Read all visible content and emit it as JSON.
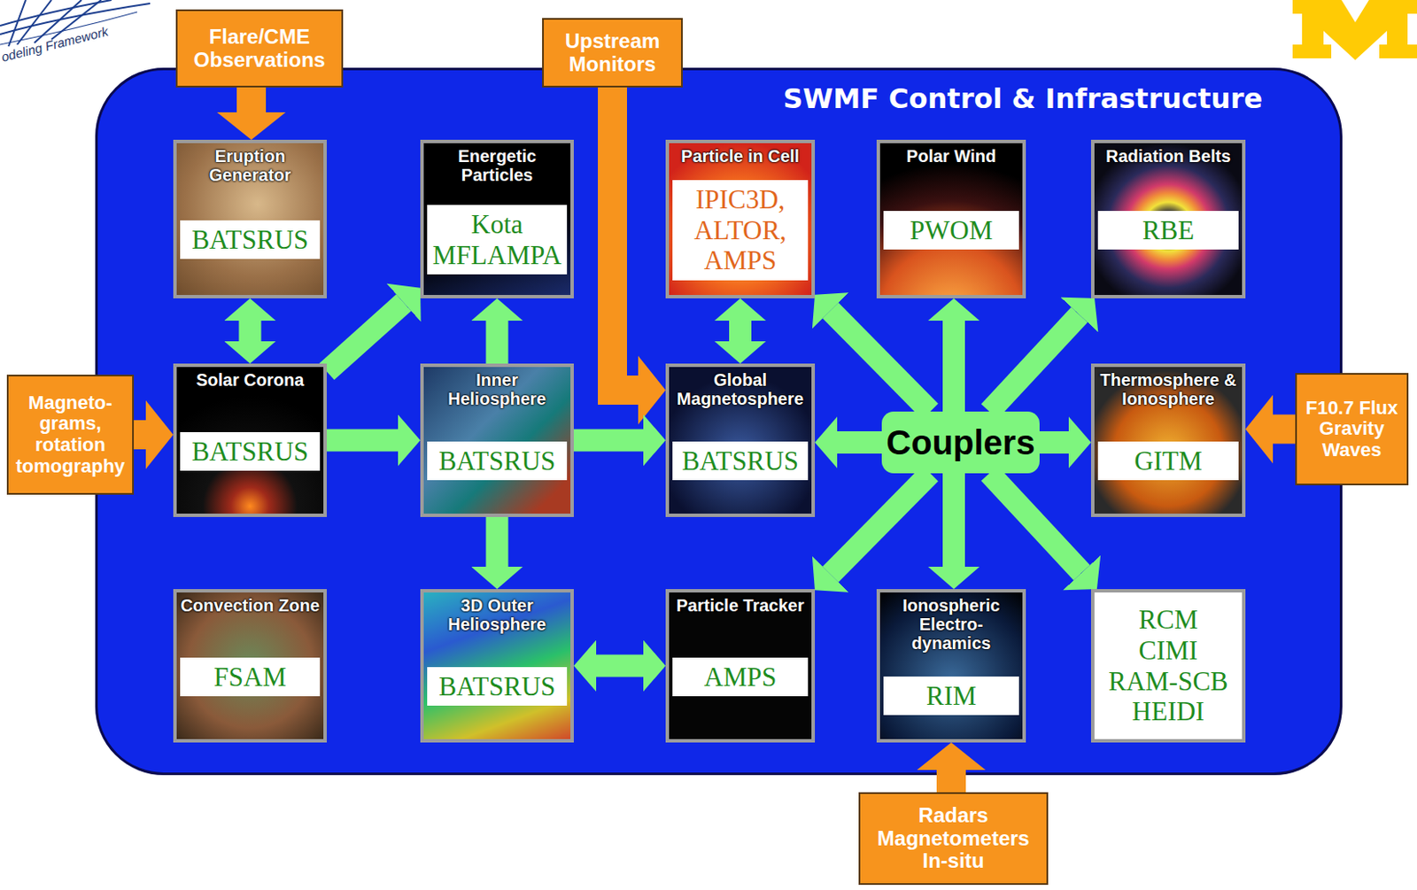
{
  "diagram": {
    "nodes": [
      {
        "text": [
          "Flare/CME Observations"
        ]
      },
      {
        "text": [
          "Upstream Monitors"
        ]
      },
      {
        "text": [
          "SWMF Control & Infrastructure"
        ]
      },
      {
        "text": [
          "Eruption Generator",
          "BATSRUS"
        ],
        "in": 2
      },
      {
        "text": [
          "Energetic Particles",
          "Kota MFLAMPA"
        ],
        "in": 2
      },
      {
        "text": [
          "Particle in Cell",
          "IPIC3D, ALTOR, AMPS"
        ],
        "in": 2
      },
      {
        "text": [
          "Polar Wind",
          "PWOM"
        ],
        "in": 2
      },
      {
        "text": [
          "Radiation Belts",
          "RBE"
        ],
        "in": 2
      },
      {
        "text": [
          "Magneto-grams, rotation tomography"
        ]
      },
      {
        "text": [
          "Solar Corona",
          "BATSRUS"
        ],
        "in": 2
      },
      {
        "text": [
          "Inner Heliosphere",
          "BATSRUS"
        ],
        "in": 2
      },
      {
        "text": [
          "Global Magnetosphere",
          "BATSRUS"
        ],
        "in": 2
      },
      {
        "text": [
          "Couplers"
        ],
        "in": 2
      },
      {
        "text": [
          "Thermosphere & Ionosphere",
          "GITM"
        ],
        "in": 2
      },
      {
        "text": [
          "F10.7 Flux Gravity Waves"
        ]
      },
      {
        "text": [
          "Convection Zone",
          "FSAM"
        ],
        "in": 2
      },
      {
        "text": [
          "3D Outer Heliosphere",
          "BATSRUS"
        ],
        "in": 2
      },
      {
        "text": [
          "Particle Tracker",
          "AMPS"
        ],
        "in": 2
      },
      {
        "text": [
          "Ionospheric Electro-dynamics",
          "RIM"
        ],
        "in": 2
      },
      {
        "text": [
          "RCM CIMI RAM-SCB HEIDI"
        ],
        "in": 2
      },
      {
        "text": [
          "Radars Magnetometers In-situ"
        ]
      }
    ],
    "edges": [
      {
        "from": 0,
        "to": 3,
        "arrow": "to"
      },
      {
        "from": 1,
        "to": 11,
        "arrow": "to"
      },
      {
        "from": 3,
        "to": 9,
        "arrow": "both"
      },
      {
        "from": 9,
        "to": 4,
        "arrow": "to"
      },
      {
        "from": 9,
        "to": 10,
        "arrow": "to"
      },
      {
        "from": 10,
        "to": 4,
        "arrow": "to"
      },
      {
        "from": 10,
        "to": 11,
        "arrow": "to"
      },
      {
        "from": 10,
        "to": 16,
        "arrow": "to"
      },
      {
        "from": 5,
        "to": 11,
        "arrow": "both"
      },
      {
        "from": 8,
        "to": 9,
        "arrow": "to"
      },
      {
        "from": 14,
        "to": 13,
        "arrow": "to"
      },
      {
        "from": 16,
        "to": 17,
        "arrow": "both"
      },
      {
        "from": 12,
        "to": 6,
        "arrow": "to"
      },
      {
        "from": 12,
        "to": 7,
        "arrow": "to"
      },
      {
        "from": 12,
        "to": 13,
        "arrow": "to"
      },
      {
        "from": 12,
        "to": 19,
        "arrow": "to"
      },
      {
        "from": 12,
        "to": 18,
        "arrow": "to"
      },
      {
        "from": 12,
        "to": 17,
        "arrow": "to"
      },
      {
        "from": 12,
        "to": 11,
        "arrow": "to"
      },
      {
        "from": 12,
        "to": 5,
        "arrow": "to"
      },
      {
        "from": 20,
        "to": 18,
        "arrow": "to"
      }
    ],
    "labels": [
      "odeling Framework"
    ]
  }
}
